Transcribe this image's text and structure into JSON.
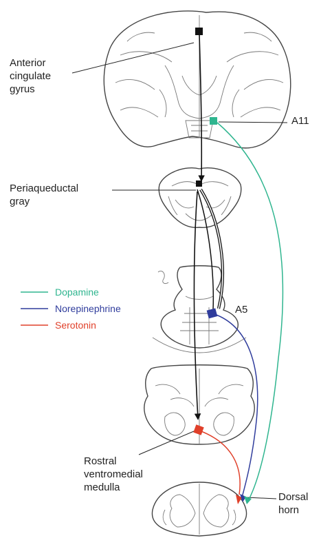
{
  "labels": {
    "anterior_cingulate": [
      "Anterior",
      "cingulate",
      "gyrus"
    ],
    "a11": "A11",
    "periaqueductal": [
      "Periaqueductal",
      "gray"
    ],
    "a5": "A5",
    "rostral": [
      "Rostral",
      "ventromedial",
      "medulla"
    ],
    "dorsal": [
      "Dorsal",
      "horn"
    ]
  },
  "legend": [
    {
      "name": "Dopamine",
      "color": "#2fb58f"
    },
    {
      "name": "Norepinephrine",
      "color": "#2f3c9c"
    },
    {
      "name": "Serotonin",
      "color": "#e0402a"
    }
  ],
  "colors": {
    "pathway": "#111111",
    "dopamine": "#2fb58f",
    "norepinephrine": "#2f3c9c",
    "serotonin": "#e0402a"
  }
}
